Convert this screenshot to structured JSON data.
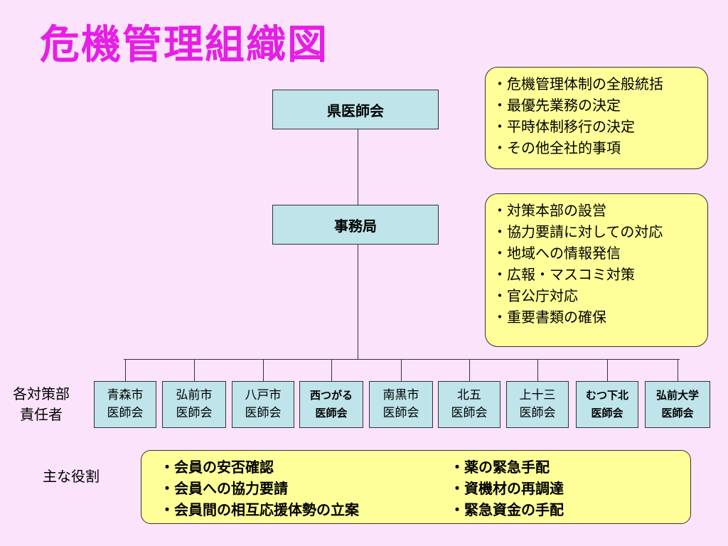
{
  "title": "危機管理組織図",
  "top_node": "県医師会",
  "secretariat": "事務局",
  "top_note": [
    "・危機管理体制の全般統括",
    "・最優先業務の決定",
    "・平時体制移行の決定",
    "・その他全社的事項"
  ],
  "secretariat_note": [
    "・対策本部の設営",
    "・協力要請に対しての対応",
    "・地域への情報発信",
    "・広報・マスコミ対策",
    "・官公庁対応",
    "・重要書類の確保"
  ],
  "side_label_branches": [
    "各対策部",
    "責任者"
  ],
  "branches": [
    {
      "line1": "青森市",
      "line2": "医師会"
    },
    {
      "line1": "弘前市",
      "line2": "医師会"
    },
    {
      "line1": "八戸市",
      "line2": "医師会"
    },
    {
      "line1": "西つがる",
      "line2": "医師会"
    },
    {
      "line1": "南黒市",
      "line2": "医師会"
    },
    {
      "line1": "北五",
      "line2": "医師会"
    },
    {
      "line1": "上十三",
      "line2": "医師会"
    },
    {
      "line1": "むつ下北",
      "line2": "医師会"
    },
    {
      "line1": "弘前大学",
      "line2": "医師会"
    }
  ],
  "side_label_roles": "主な役割",
  "roles_left": [
    "・会員の安否確認",
    "・会員への協力要請",
    "・会員間の相互応援体勢の立案"
  ],
  "roles_right": [
    "・薬の緊急手配",
    "・資機材の再調達",
    "・緊急資金の手配"
  ]
}
